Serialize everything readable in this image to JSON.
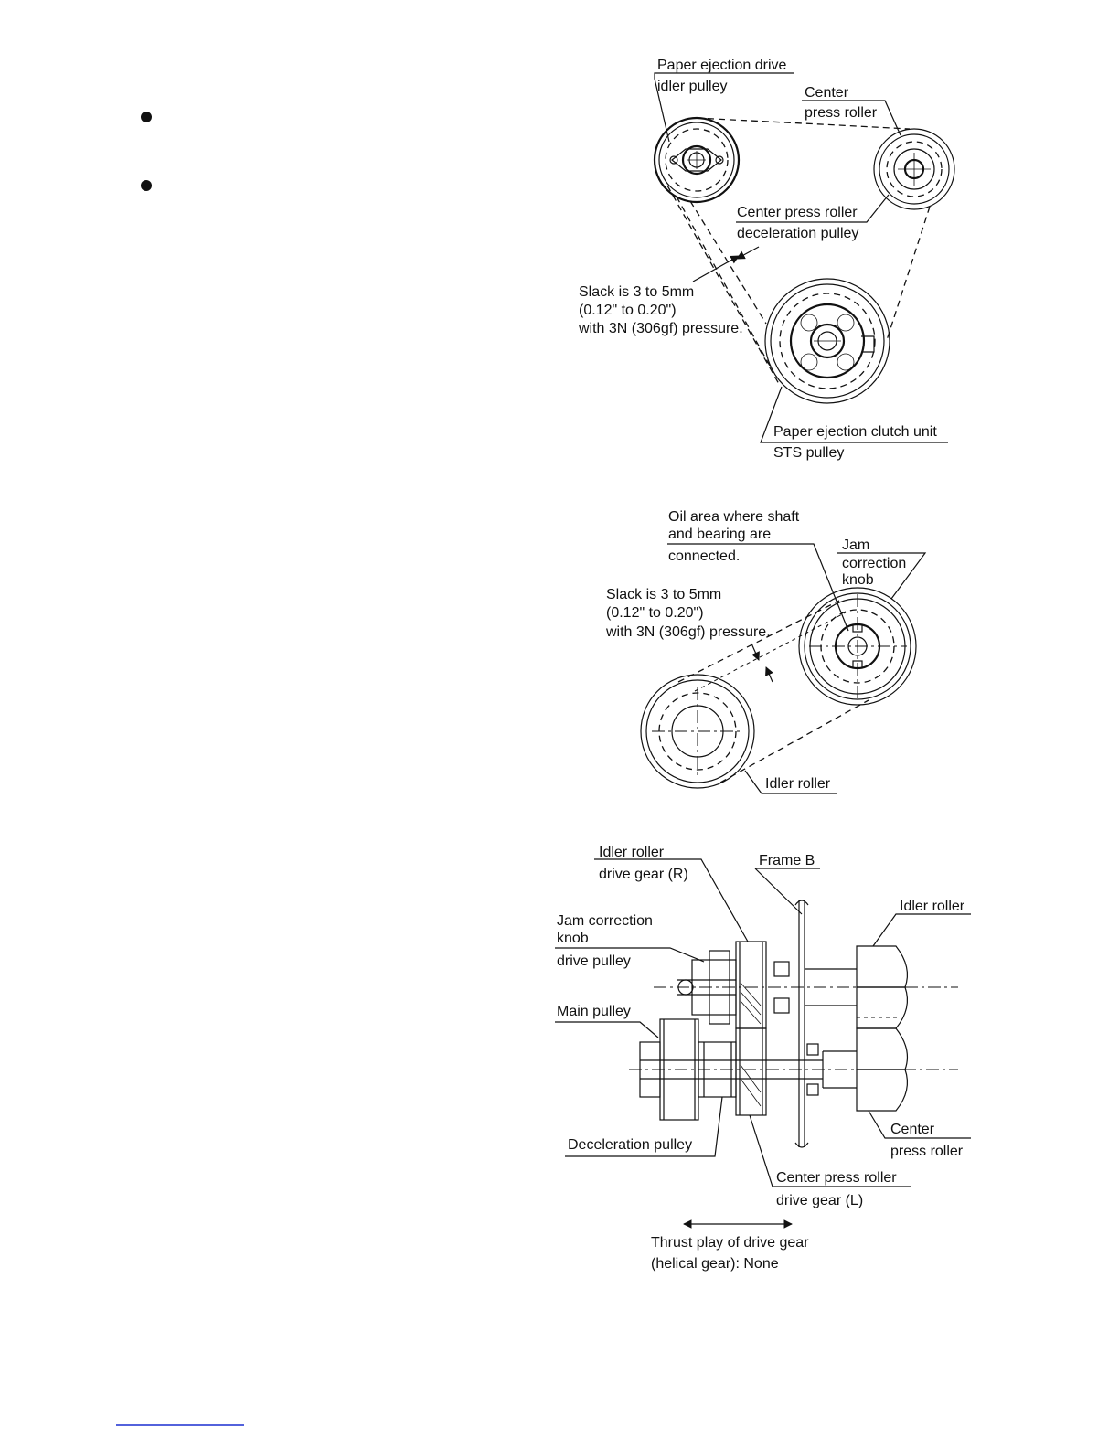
{
  "page": {
    "bullets": [
      "",
      ""
    ],
    "footer_link": ""
  },
  "diagram1": {
    "paper_ejection_drive_1": "Paper ejection drive",
    "paper_ejection_drive_2": "idler pulley",
    "center_1": "Center",
    "center_2": "press roller",
    "decel_1": "Center press roller",
    "decel_2": "deceleration pulley",
    "slack_1": "Slack is 3 to 5mm",
    "slack_2": "(0.12\" to 0.20\")",
    "slack_3": "with 3N (306gf) pressure.",
    "clutch_1": "Paper ejection clutch unit",
    "clutch_2": "STS pulley"
  },
  "diagram2": {
    "oil_1": "Oil area where shaft",
    "oil_2": "and bearing are",
    "oil_3": "connected.",
    "jam_1": "Jam",
    "jam_2": "correction",
    "jam_3": "knob",
    "slack_1": "Slack is 3 to 5mm",
    "slack_2": "(0.12\" to 0.20\")",
    "slack_3": "with 3N (306gf) pressure.",
    "idler": "Idler roller"
  },
  "diagram3": {
    "idler_gear_1": "Idler roller",
    "idler_gear_2": "drive gear (R)",
    "frame_b": "Frame B",
    "idler_roller": "Idler roller",
    "jam_1": "Jam correction",
    "jam_2": "knob",
    "jam_3": "drive pulley",
    "main_pulley": "Main pulley",
    "decel_pulley": "Deceleration pulley",
    "center_1": "Center",
    "center_2": "press roller",
    "center_gear_1": "Center press roller",
    "center_gear_2": "drive gear (L)",
    "thrust_1": "Thrust play of drive gear",
    "thrust_2": "(helical gear): None"
  }
}
